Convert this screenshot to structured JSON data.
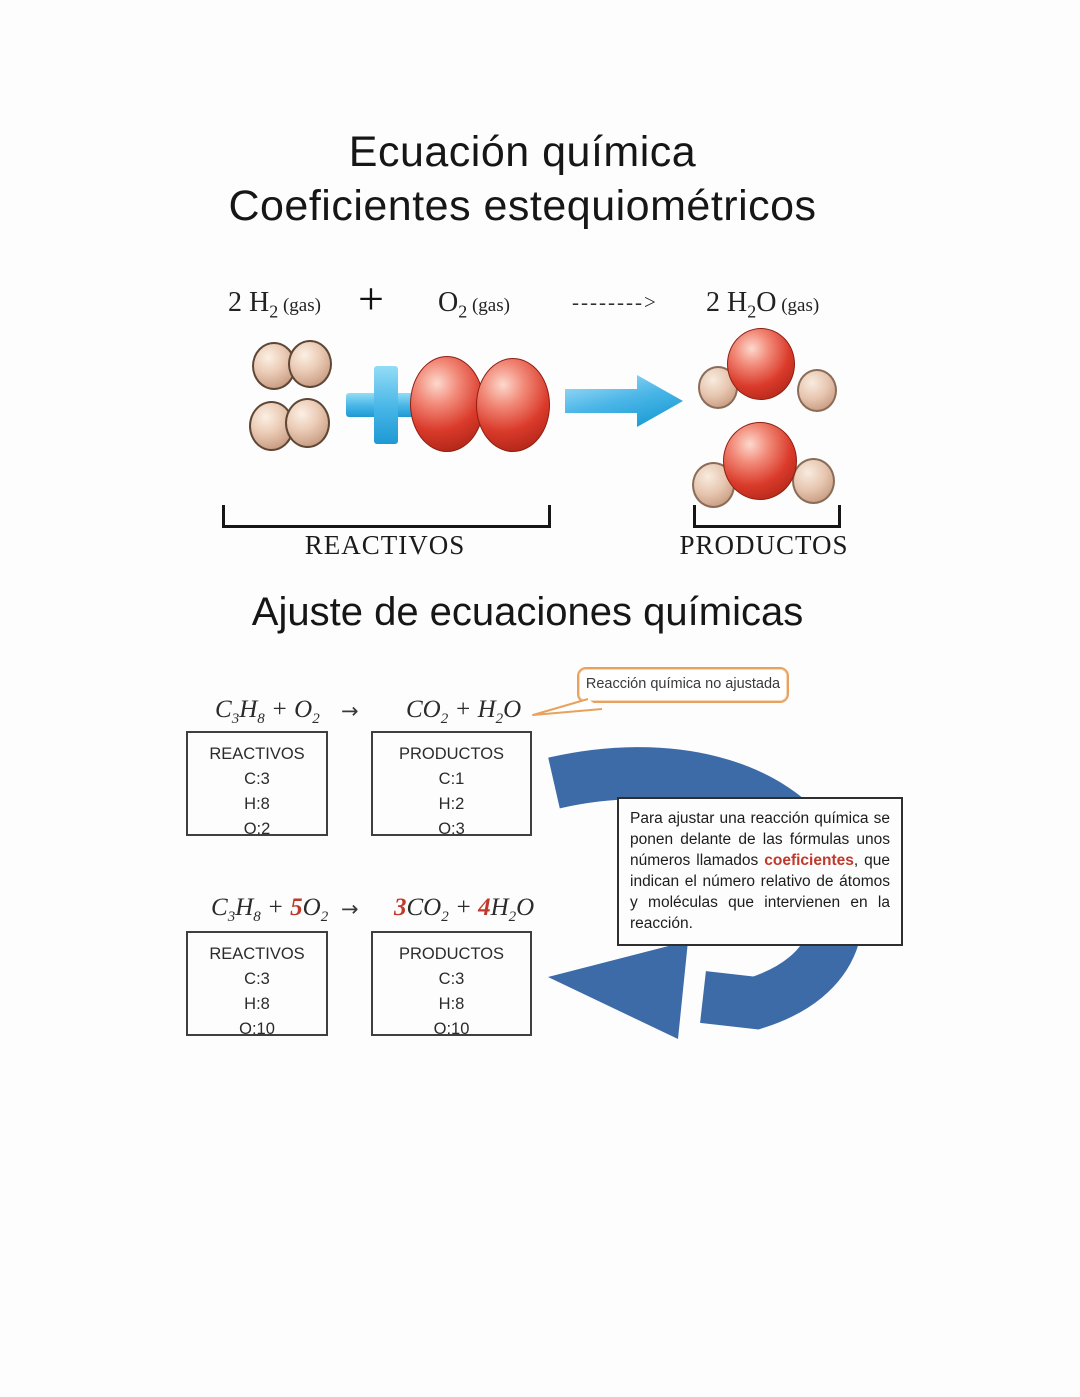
{
  "titles": {
    "line1": "Ecuación química",
    "line2": "Coeficientes estequiométricos",
    "section2": "Ajuste de ecuaciones químicas"
  },
  "colors": {
    "accent_red": "#c0392b",
    "curve_arrow_blue": "#3c6ba8",
    "callout_orange": "#e8a25d",
    "cyan_arrow": "#2ea6dc",
    "red_sphere": "#da3a2a",
    "tan_sphere": "#eccdb8"
  },
  "top_equation": {
    "h2": [
      {
        "t": "2 H"
      },
      {
        "sub": "2"
      },
      {
        "t": " (gas)",
        "small": true
      }
    ],
    "plus": "+",
    "o2": [
      {
        "t": "O"
      },
      {
        "sub": "2"
      },
      {
        "t": " (gas)",
        "small": true
      }
    ],
    "arrow": "-------->",
    "h2o": [
      {
        "t": "2 H"
      },
      {
        "sub": "2"
      },
      {
        "t": "O"
      },
      {
        "t": " (gas)",
        "small": true
      }
    ],
    "reactants_label": "REACTIVOS",
    "products_label": "PRODUCTOS"
  },
  "balancing": {
    "callout": "Reacción química no ajustada",
    "eq1": {
      "left": [
        {
          "t": "C"
        },
        {
          "sub": "3"
        },
        {
          "t": "H"
        },
        {
          "sub": "8"
        },
        {
          "t": " + "
        },
        {
          "t": "O"
        },
        {
          "sub": "2"
        }
      ],
      "arrow": "→",
      "right": [
        {
          "t": "CO"
        },
        {
          "sub": "2"
        },
        {
          "t": " + "
        },
        {
          "t": "H"
        },
        {
          "sub": "2"
        },
        {
          "t": "O"
        }
      ]
    },
    "eq2": {
      "left": [
        {
          "t": "C"
        },
        {
          "sub": "3"
        },
        {
          "t": "H"
        },
        {
          "sub": "8"
        },
        {
          "t": " + "
        },
        {
          "t": "5",
          "red": true
        },
        {
          "t": "O"
        },
        {
          "sub": "2"
        }
      ],
      "arrow": "→",
      "right": [
        {
          "t": "3",
          "red": true
        },
        {
          "t": "CO"
        },
        {
          "sub": "2"
        },
        {
          "t": " + "
        },
        {
          "t": "4",
          "red": true
        },
        {
          "t": "H"
        },
        {
          "sub": "2"
        },
        {
          "t": "O"
        }
      ]
    },
    "tables": {
      "reactivos1": {
        "header": "REACTIVOS",
        "rows": [
          "C:3",
          "H:8",
          "O:2"
        ]
      },
      "productos1": {
        "header": "PRODUCTOS",
        "rows": [
          "C:1",
          "H:2",
          "O:3"
        ]
      },
      "reactivos2": {
        "header": "REACTIVOS",
        "rows": [
          "C:3",
          "H:8",
          "O:10"
        ]
      },
      "productos2": {
        "header": "PRODUCTOS",
        "rows": [
          "C:3",
          "H:8",
          "O:10"
        ]
      }
    },
    "note": {
      "before": "Para ajustar una reacción química se ponen delante de las fórmulas unos números llamados ",
      "highlight": "coeficientes",
      "after": ", que indican el número relativo de átomos y moléculas que intervienen en la reacción."
    }
  }
}
